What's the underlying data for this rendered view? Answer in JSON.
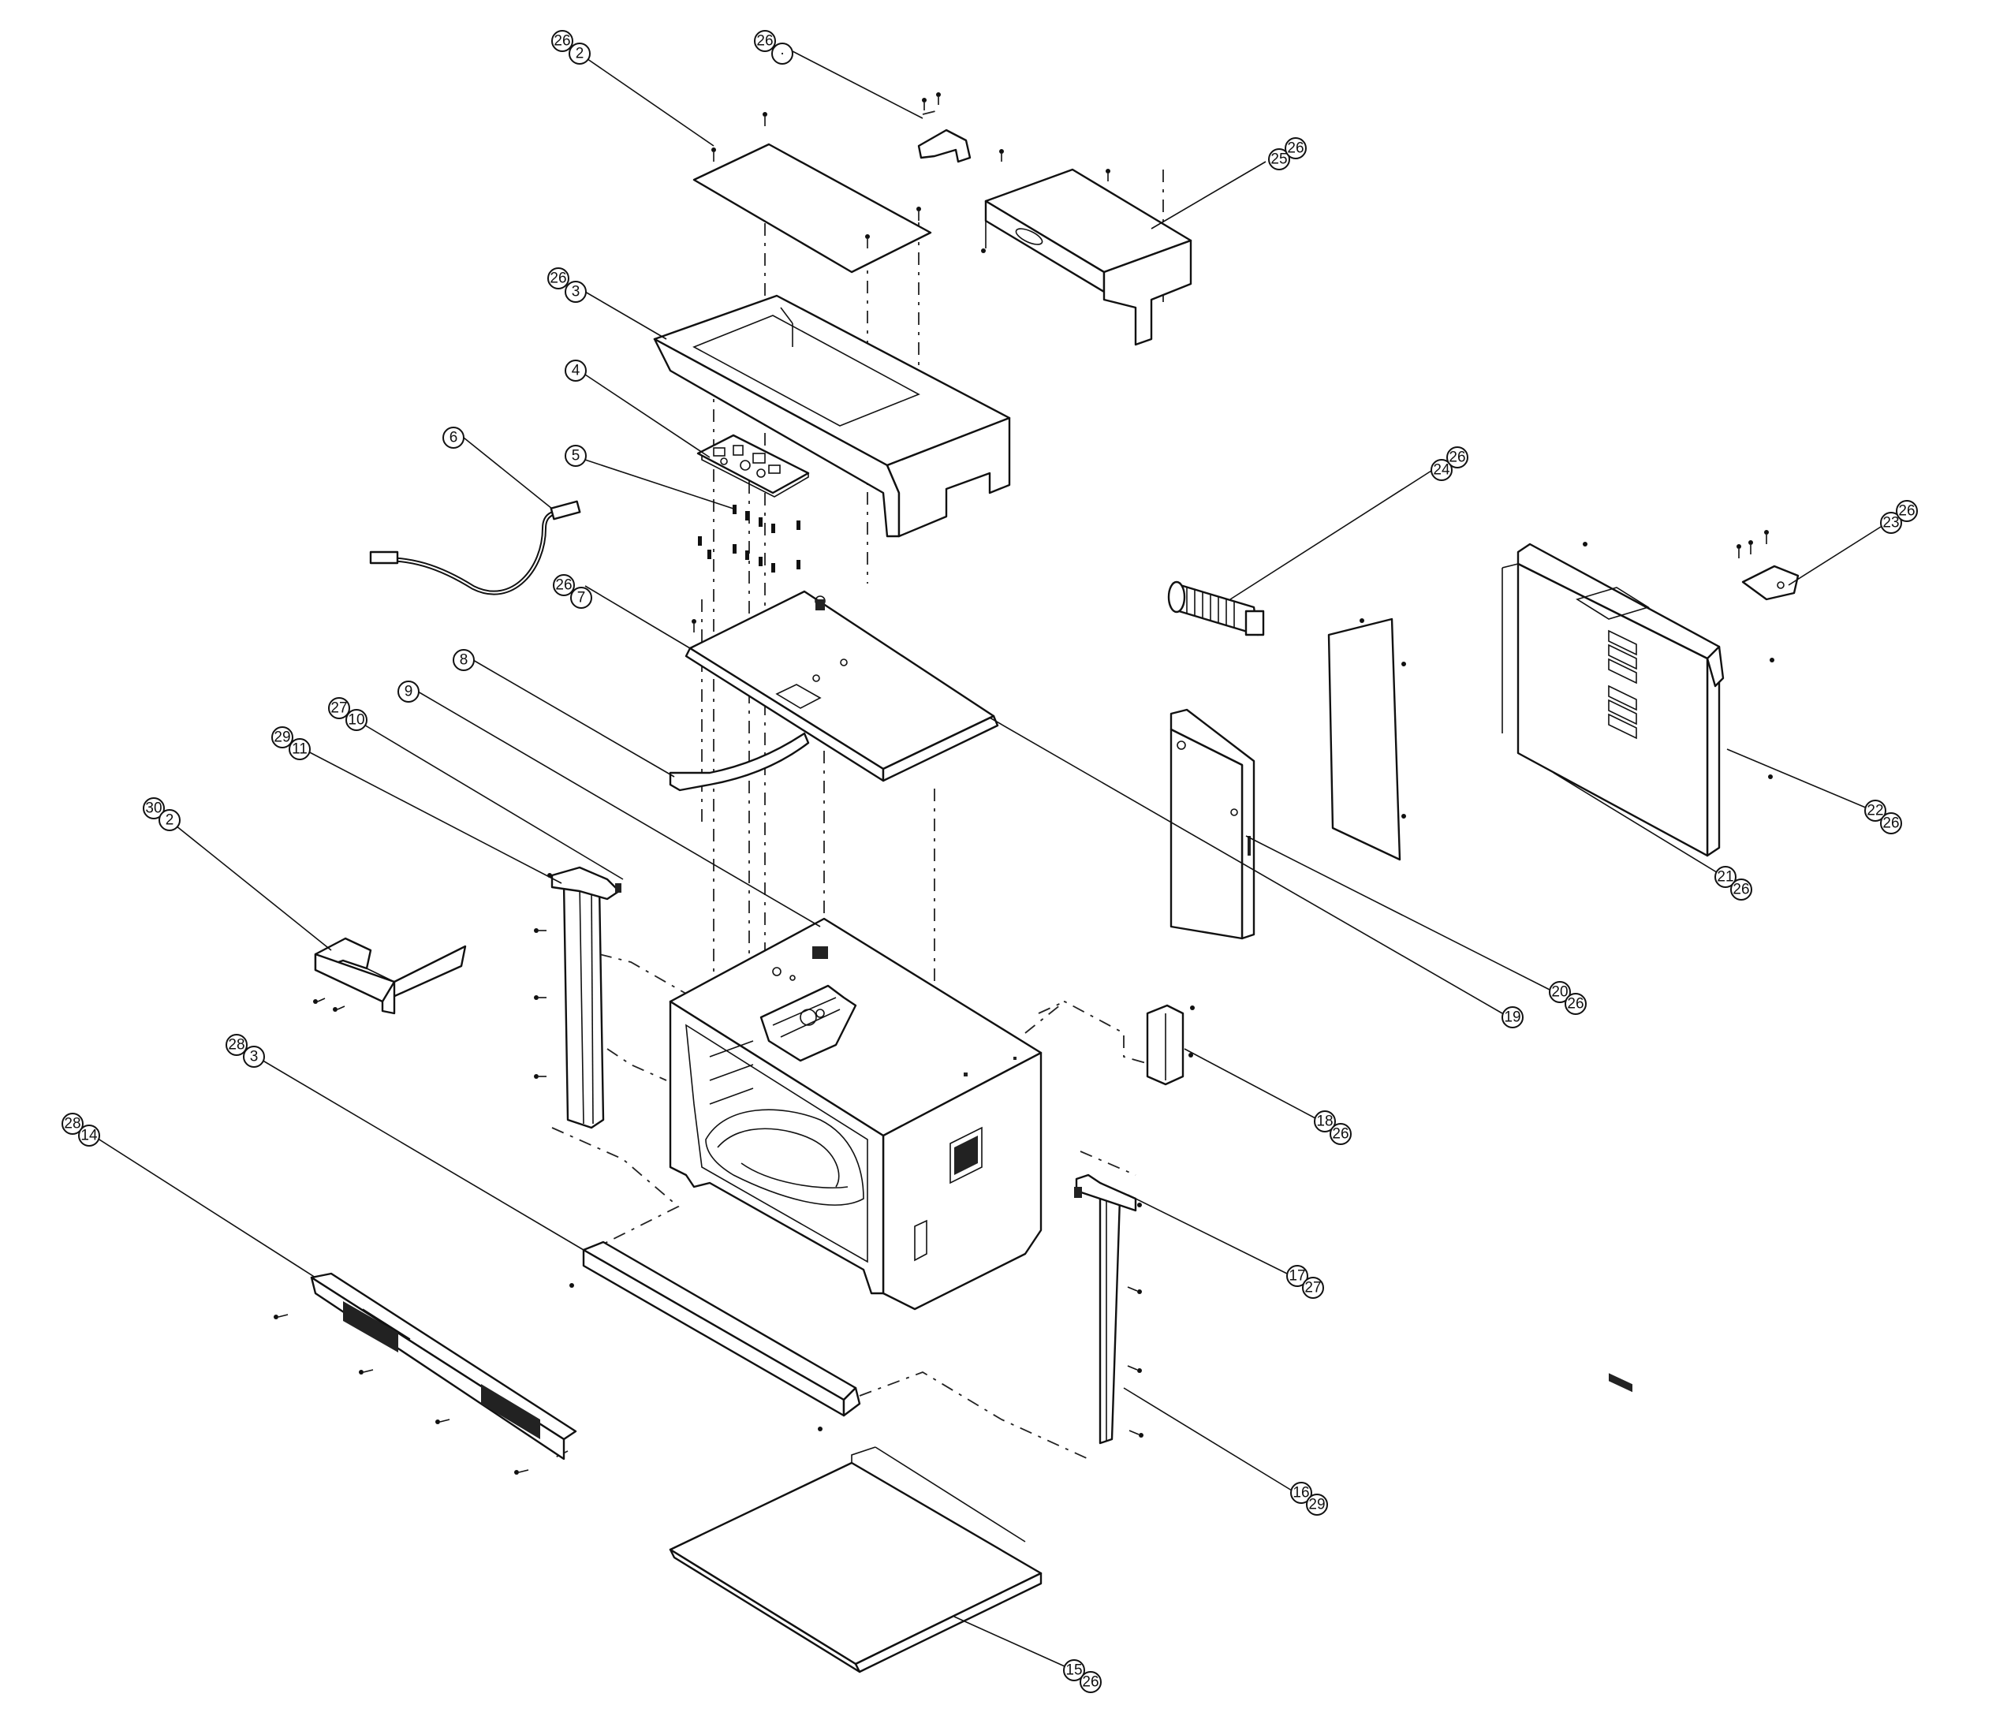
{
  "callouts": [
    {
      "id": "c2",
      "labels": [
        "26",
        "2"
      ]
    },
    {
      "id": "c1",
      "labels": [
        "26",
        "·"
      ]
    },
    {
      "id": "c25",
      "labels": [
        "25",
        "26"
      ]
    },
    {
      "id": "c3",
      "labels": [
        "26",
        "3"
      ]
    },
    {
      "id": "c4",
      "labels": [
        "4"
      ]
    },
    {
      "id": "c6",
      "labels": [
        "6"
      ]
    },
    {
      "id": "c5",
      "labels": [
        "5"
      ]
    },
    {
      "id": "c24",
      "labels": [
        "24",
        "26"
      ]
    },
    {
      "id": "c23",
      "labels": [
        "23",
        "26"
      ]
    },
    {
      "id": "c7",
      "labels": [
        "26",
        "7"
      ]
    },
    {
      "id": "c8",
      "labels": [
        "8"
      ]
    },
    {
      "id": "c9",
      "labels": [
        "9"
      ]
    },
    {
      "id": "c10",
      "labels": [
        "27",
        "10"
      ]
    },
    {
      "id": "c11",
      "labels": [
        "29",
        "11"
      ]
    },
    {
      "id": "c12",
      "labels": [
        "30",
        "2"
      ]
    },
    {
      "id": "c22",
      "labels": [
        "22",
        "26"
      ]
    },
    {
      "id": "c21",
      "labels": [
        "21",
        "26"
      ]
    },
    {
      "id": "c20",
      "labels": [
        "20",
        "26"
      ]
    },
    {
      "id": "c19",
      "labels": [
        "19"
      ]
    },
    {
      "id": "c18",
      "labels": [
        "18",
        "26"
      ]
    },
    {
      "id": "c13",
      "labels": [
        "28",
        "3"
      ]
    },
    {
      "id": "c14",
      "labels": [
        "28",
        "14"
      ]
    },
    {
      "id": "c17",
      "labels": [
        "17",
        "27"
      ]
    },
    {
      "id": "c16",
      "labels": [
        "16",
        "29"
      ]
    },
    {
      "id": "c15",
      "labels": [
        "15",
        "26"
      ]
    }
  ]
}
